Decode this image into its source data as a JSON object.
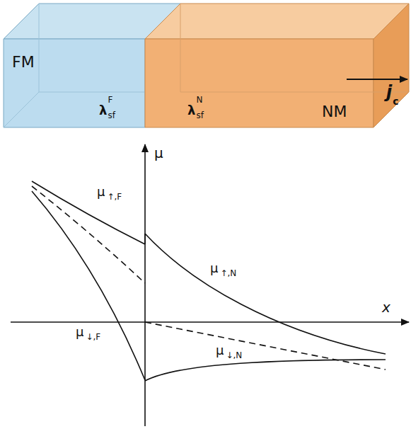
{
  "diagram": {
    "nodes": [
      {
        "text": [
          "FM",
          "λ",
          "sf",
          "F"
        ]
      },
      {
        "text": [
          "NM",
          "λ",
          "sf",
          "N"
        ]
      }
    ],
    "labels": [
      "j",
      "c",
      "μ",
      "x",
      "μ",
      "↑,F",
      "μ",
      "↓,F",
      "μ",
      "↑,N",
      "μ",
      "↓,N"
    ]
  }
}
